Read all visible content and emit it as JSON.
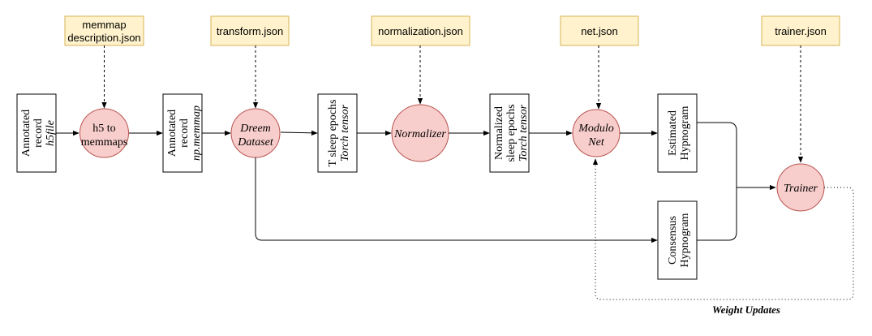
{
  "config_files": {
    "memmap": {
      "line1": "memmap",
      "line2": "description.json"
    },
    "transform": "transform.json",
    "normalization": "normalization.json",
    "net": "net.json",
    "trainer": "trainer.json"
  },
  "data_boxes": {
    "annotated_h5": {
      "line1": "Annotated",
      "line2": "record",
      "line3": "h5file"
    },
    "annotated_np": {
      "line1": "Annotated",
      "line2": "record",
      "line3": "np.memmap"
    },
    "t_sleep": {
      "line1": "T sleep epochs",
      "line2": "Torch tensor"
    },
    "normalized": {
      "line1": "Normalized",
      "line2": "sleep epochs",
      "line3": "Torch tensor"
    },
    "estimated": {
      "line1": "Estimated",
      "line2": "Hypnogram"
    },
    "consensus": {
      "line1": "Consensus",
      "line2": "Hypnogram"
    }
  },
  "processes": {
    "h5_to_memmaps": {
      "line1": "h5 to",
      "line2": "memmaps"
    },
    "dreem_dataset": {
      "line1": "Dreem",
      "line2": "Dataset"
    },
    "normalizer": "Normalizer",
    "modulo_net": {
      "line1": "Modulo",
      "line2": "Net"
    },
    "trainer": "Trainer"
  },
  "feedback_label": "Weight Updates",
  "colors": {
    "config_fill": "#fff2cc",
    "config_stroke": "#d6b656",
    "process_fill": "#f8cecc",
    "process_stroke": "#b85450",
    "box_stroke": "#000000",
    "edge": "#000000"
  }
}
